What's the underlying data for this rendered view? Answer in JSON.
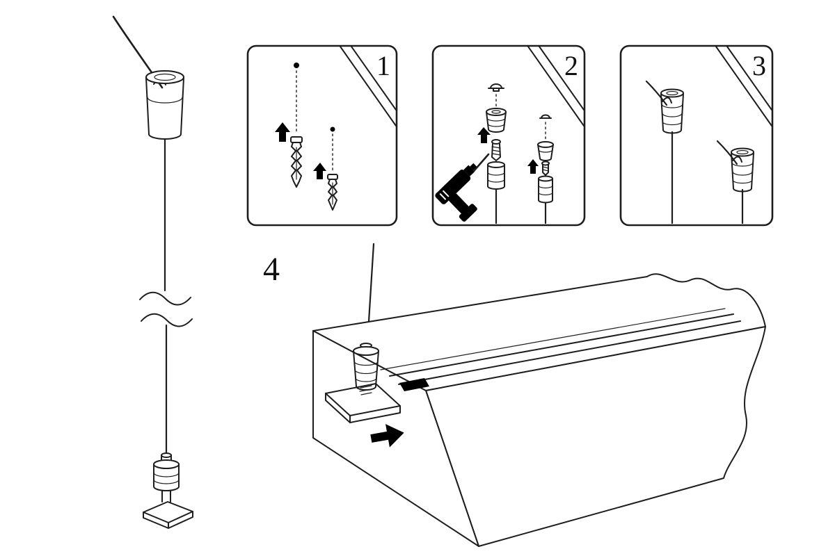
{
  "diagram": {
    "kind": "assembly-instructions",
    "steps": [
      {
        "label": "1"
      },
      {
        "label": "2"
      },
      {
        "label": "3"
      },
      {
        "label": "4"
      }
    ]
  },
  "colors": {
    "line": "#1d1d1d",
    "solid": "#000000",
    "background": "#ffffff"
  },
  "icons": [
    "wall-plug-icon",
    "screw-icon",
    "screw-cap-icon",
    "ceiling-cup-icon",
    "drill-icon",
    "suspension-wire-icon",
    "wire-gripper-icon",
    "fixing-plate-icon",
    "arrow-up-icon",
    "arrow-right-icon",
    "break-mark-icon"
  ]
}
